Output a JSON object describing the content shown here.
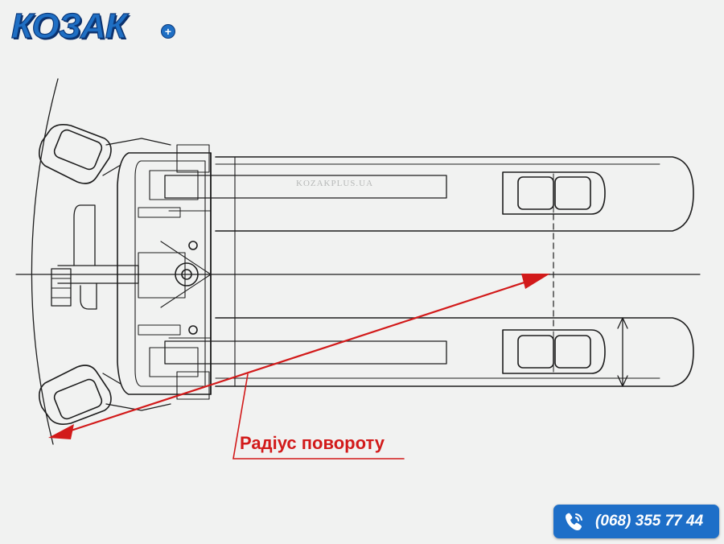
{
  "logo": {
    "text": "КОЗАК",
    "plus": "+"
  },
  "watermark": "KOZAKPLUS.UA",
  "annotation": {
    "turning_radius_label": "Радіус повороту"
  },
  "phone": {
    "number": "(068) 355 77 44",
    "icon": "phone-call-icon"
  },
  "colors": {
    "brand_blue": "#1e6fc8",
    "annotation_red": "#d21a1a",
    "line": "#222222"
  }
}
